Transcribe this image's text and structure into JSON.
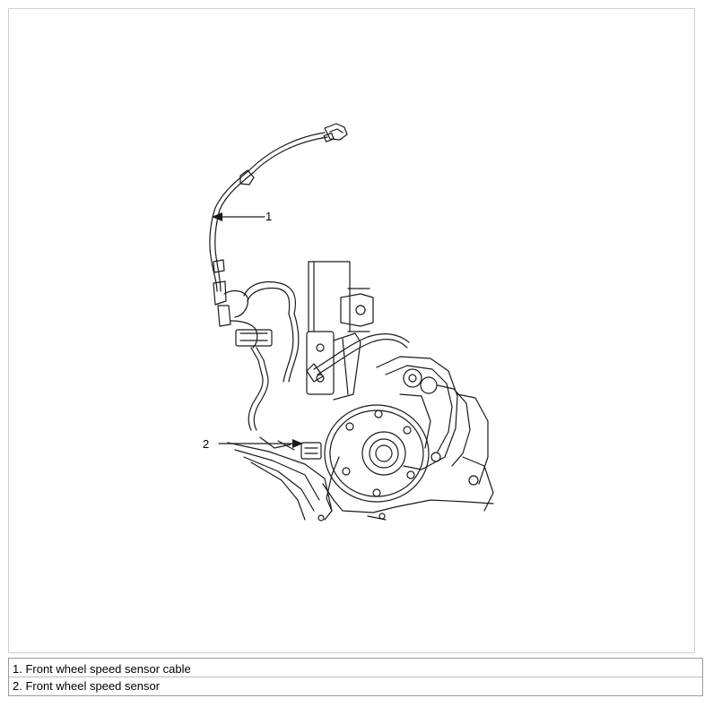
{
  "figure": {
    "callouts": [
      {
        "number": "1"
      },
      {
        "number": "2"
      }
    ]
  },
  "legend": {
    "items": [
      {
        "text": "1. Front wheel speed sensor cable"
      },
      {
        "text": "2. Front wheel speed sensor"
      }
    ]
  }
}
